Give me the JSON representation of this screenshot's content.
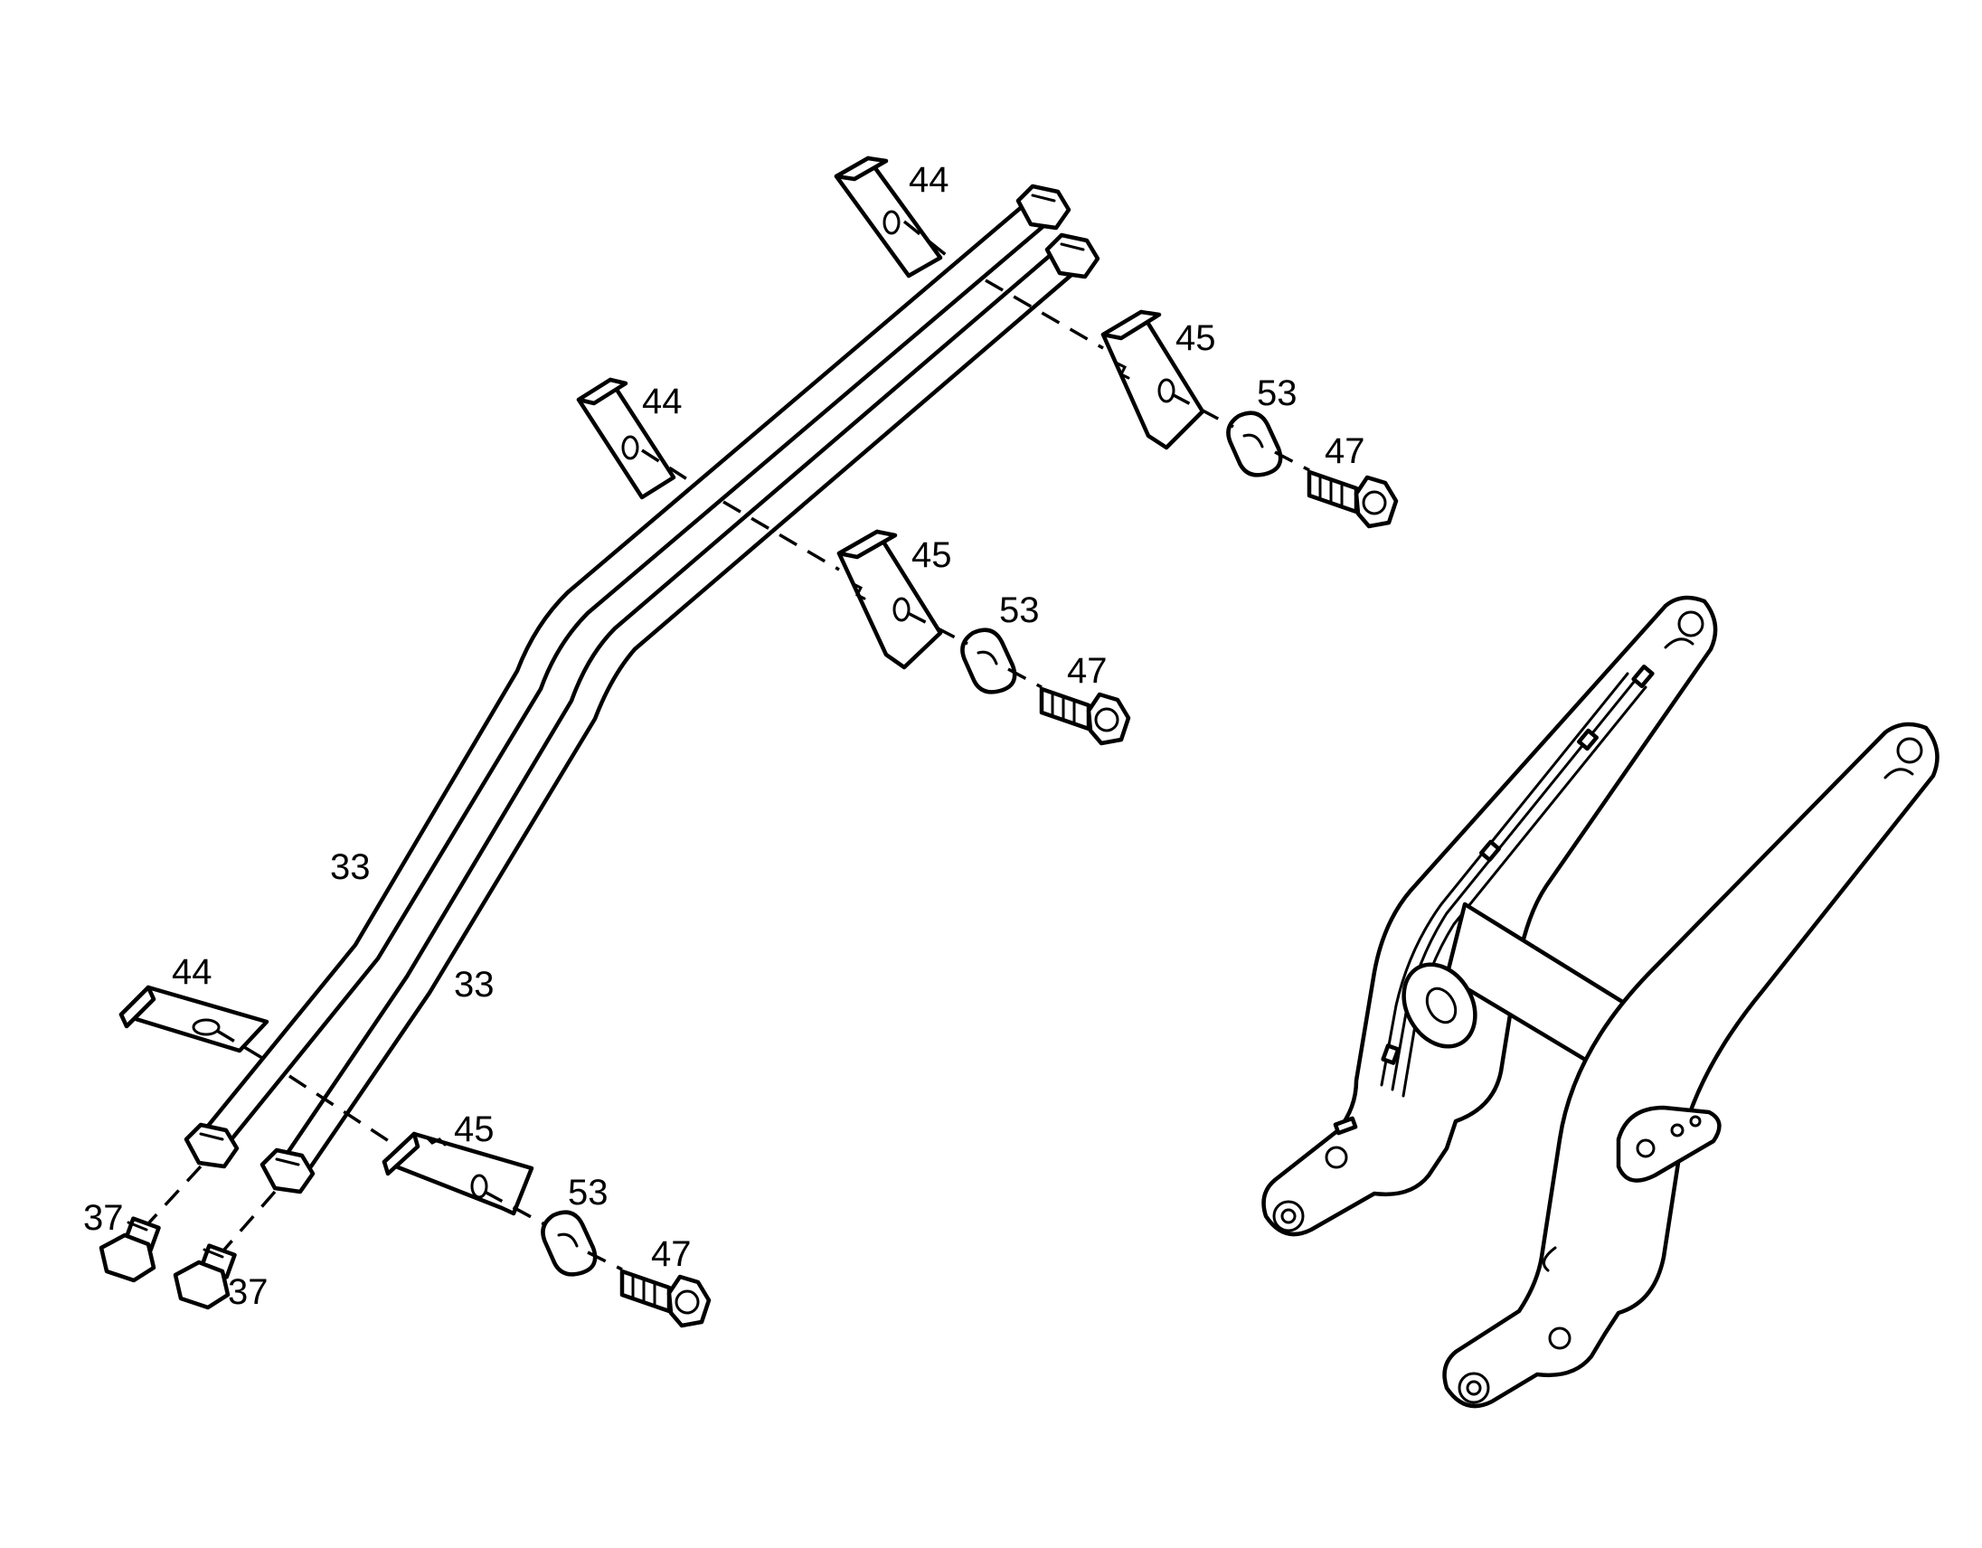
{
  "callouts": {
    "p44_top": "44",
    "p44_mid": "44",
    "p44_low": "44",
    "p45_top": "45",
    "p45_mid": "45",
    "p45_low": "45",
    "p53_top": "53",
    "p53_mid": "53",
    "p53_low": "53",
    "p47_top": "47",
    "p47_mid": "47",
    "p47_low": "47",
    "p33_left": "33",
    "p33_right": "33",
    "p37_left": "37",
    "p37_right": "37"
  },
  "colors": {
    "line": "#000000",
    "background": "#ffffff"
  }
}
